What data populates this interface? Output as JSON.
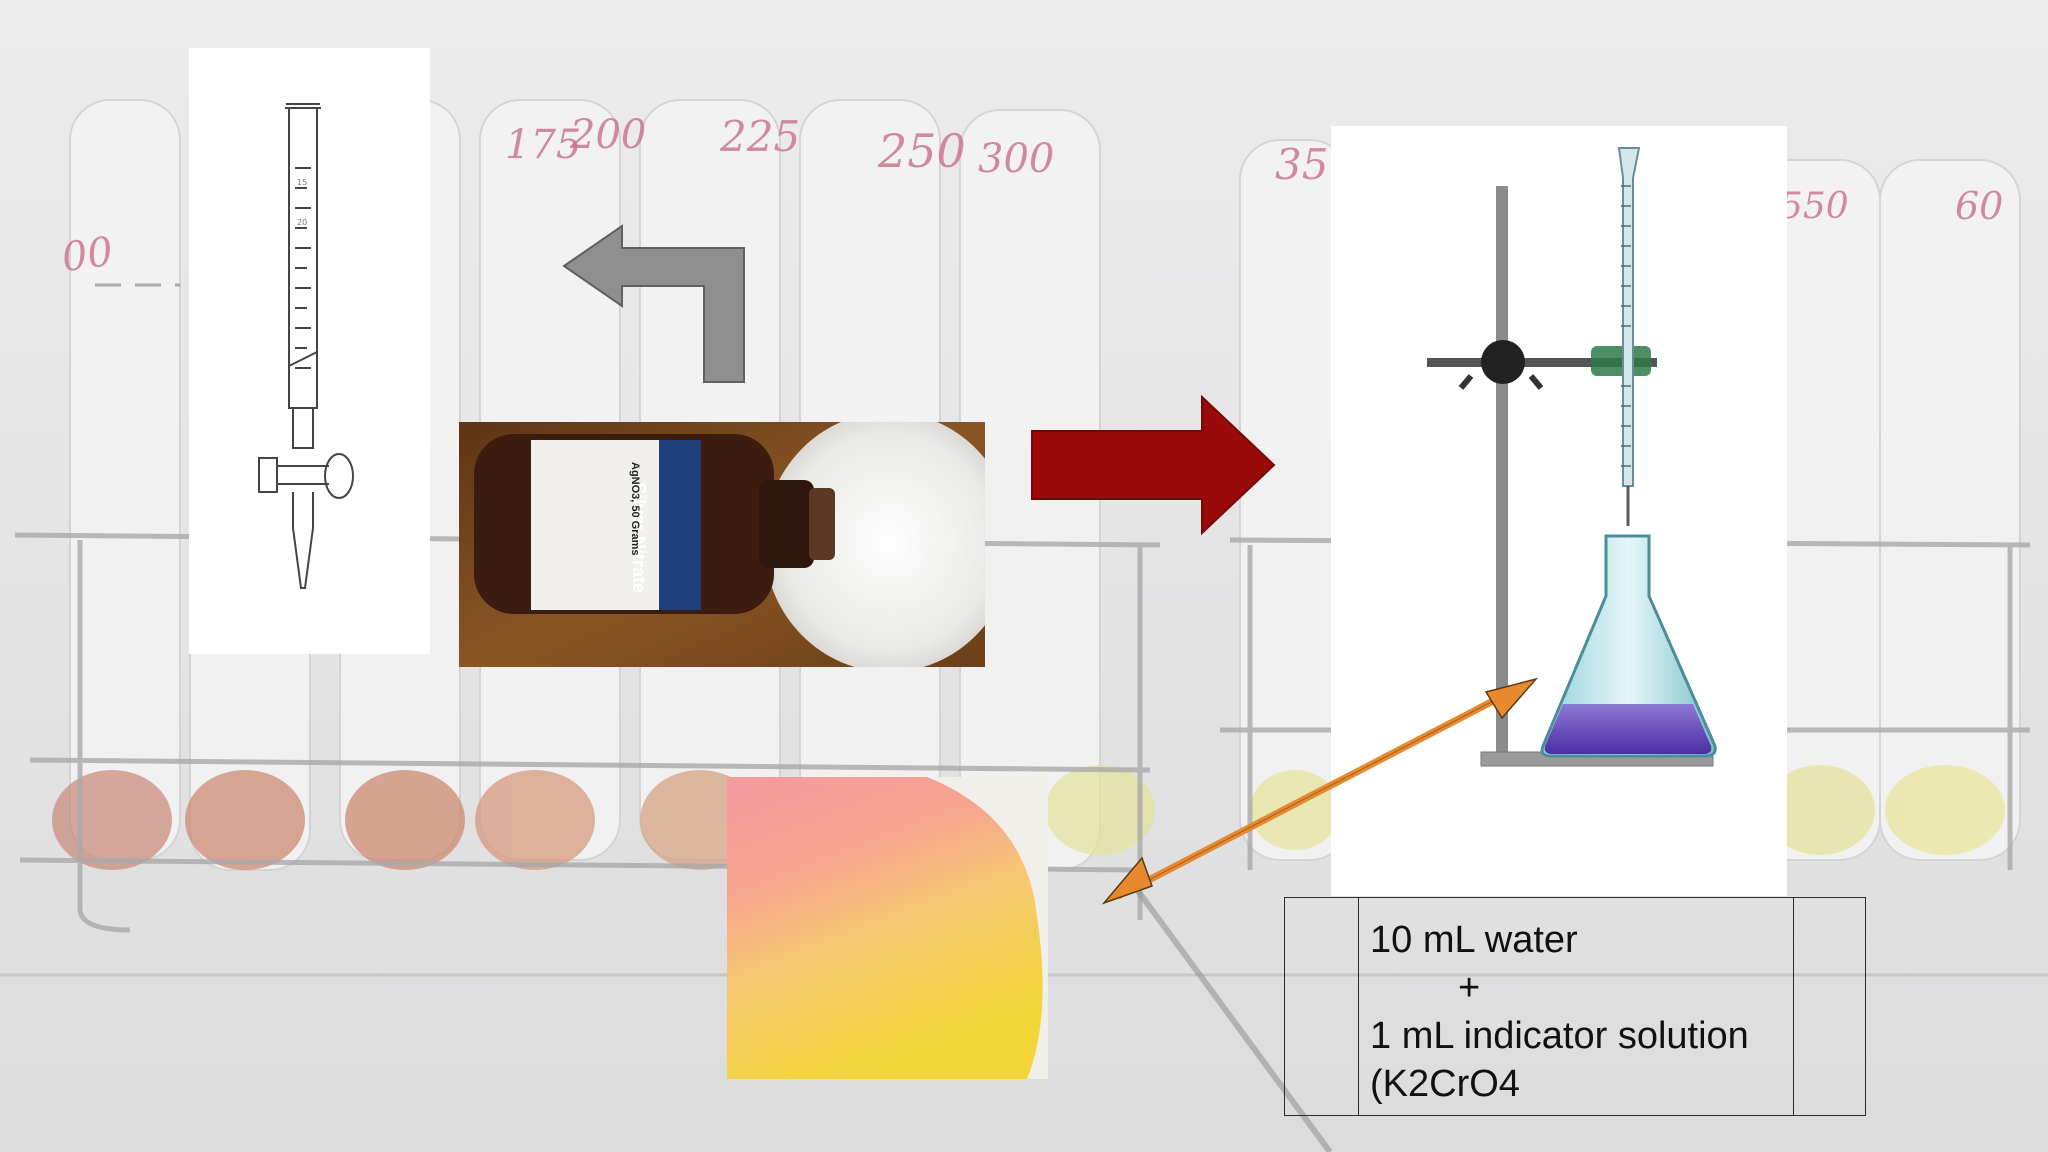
{
  "background": {
    "tube_labels": [
      "00",
      "175",
      "200",
      "225",
      "250",
      "300",
      "35",
      "550",
      "60"
    ]
  },
  "bottle_label": {
    "name": "Silver Nitrate",
    "formula": "AgNO3, 50 Grams"
  },
  "note": {
    "lines": [
      "10 mL water",
      "+",
      "1 mL indicator solution",
      "(K2CrO4"
    ]
  },
  "colors": {
    "red_arrow": "#9b0a0a",
    "gray_arrow": "#8f8f8f",
    "orange_arrow": "#e8892f",
    "solution": "#6a4fb0"
  }
}
